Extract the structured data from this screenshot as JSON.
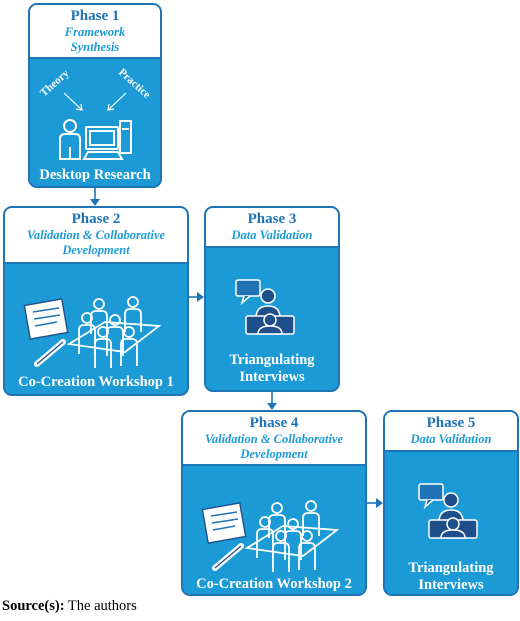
{
  "phases": [
    {
      "id": 1,
      "title": "Phase 1",
      "subtitle_lines": [
        "Framework",
        "Synthesis"
      ],
      "label_lines": [
        "Desktop Research"
      ],
      "inputs": [
        "Theory",
        "Practice"
      ]
    },
    {
      "id": 2,
      "title": "Phase 2",
      "subtitle_lines": [
        "Validation & Collaborative",
        "Development"
      ],
      "label_lines": [
        "Co-Creation Workshop 1"
      ]
    },
    {
      "id": 3,
      "title": "Phase 3",
      "subtitle_lines": [
        "Data Validation"
      ],
      "label_lines": [
        "Triangulating",
        "Interviews"
      ]
    },
    {
      "id": 4,
      "title": "Phase 4",
      "subtitle_lines": [
        "Validation & Collaborative",
        "Development"
      ],
      "label_lines": [
        "Co-Creation Workshop 2"
      ]
    },
    {
      "id": 5,
      "title": "Phase 5",
      "subtitle_lines": [
        "Data Validation"
      ],
      "label_lines": [
        "Triangulating",
        "Interviews"
      ]
    }
  ],
  "source": {
    "label": "Source(s):",
    "text": " The authors"
  },
  "colors": {
    "box_fill": "#1b9ad6",
    "border": "#1f73b7",
    "text_dark": "#1f73b7",
    "text_light": "#1b9ad6"
  }
}
